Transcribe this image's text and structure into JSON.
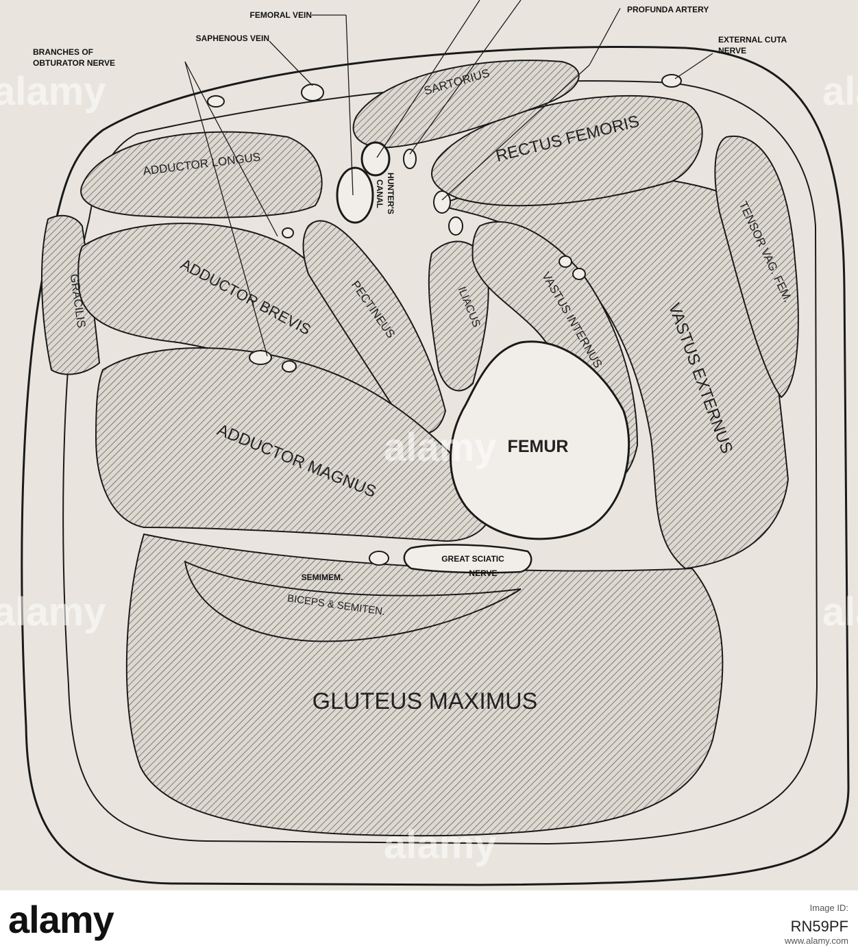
{
  "labels": {
    "femoral_vein": "FEMORAL VEIN",
    "saphenous_vein": "SAPHENOUS VEIN",
    "branches_of": "BRANCHES OF",
    "obturator_nerve": "OBTURATOR NERVE",
    "profunda_artery": "PROFUNDA ARTERY",
    "external_cuta": "EXTERNAL CUTA",
    "nerve": "NERVE",
    "hunters": "HUNTER'S",
    "canal": "CANAL",
    "great_sciatic": "GREAT SCIATIC",
    "sciatic_nerve": "NERVE",
    "semimem": "SEMIMEM.",
    "femur": "FEMUR"
  },
  "muscles": {
    "sartorius": "SARTORIUS",
    "rectus_femoris": "RECTUS FEMORIS",
    "adductor_longus": "ADDUCTOR LONGUS",
    "tensor": "TENSOR VAG. FEM.",
    "gracilis": "GRACILIS",
    "adductor_brevis": "ADDUCTOR BREVIS",
    "pectineus": "PECTINEUS",
    "iliacus": "ILIACUS",
    "vastus_internus": "VASTUS INTERNUS",
    "vastus_externus": "VASTUS EXTERNUS",
    "adductor_magnus": "ADDUCTOR MAGNUS",
    "biceps": "BICEPS & SEMITEN.",
    "gluteus_maximus": "GLUTEUS MAXIMUS"
  },
  "watermark": "alamy",
  "footer": {
    "logo": "alamy",
    "id_label": "Image ID:",
    "id": "RN59PF",
    "url": "www.alamy.com"
  },
  "colors": {
    "background": "#e9e5de",
    "line": "#1a1a1a",
    "hatch": "#333333"
  }
}
